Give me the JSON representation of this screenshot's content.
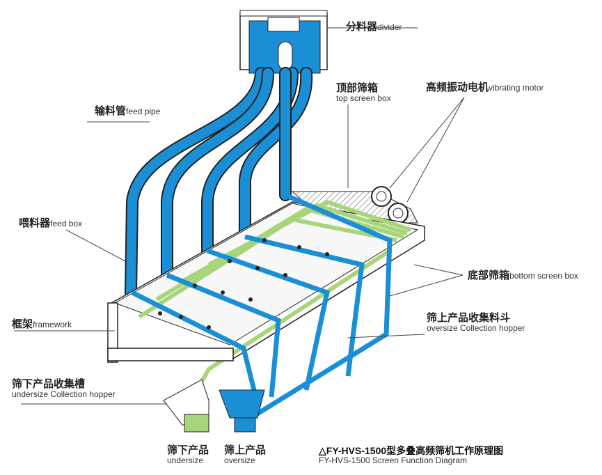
{
  "labels": {
    "divider": {
      "zh": "分料器",
      "en": "divider"
    },
    "top_screen_box": {
      "zh": "顶部筛箱",
      "en": "top screen box"
    },
    "vibrating_motor": {
      "zh": "高频振动电机",
      "en": "vibrating motor"
    },
    "feed_pipe": {
      "zh": "输料管",
      "en": "feed pipe"
    },
    "feed_box": {
      "zh": "喂料器",
      "en": "feed box"
    },
    "bottom_screen_box": {
      "zh": "底部筛箱",
      "en": "bottom screen box"
    },
    "framework": {
      "zh": "框架",
      "en": "framework"
    },
    "oversize_hopper": {
      "zh": "筛上产品收集料斗",
      "en": "oversize Collection hopper"
    },
    "undersize_hopper": {
      "zh": "筛下产品收集槽",
      "en": "undersize Collection hopper"
    },
    "undersize_out": {
      "zh": "筛下产品",
      "en": "undersize"
    },
    "oversize_out": {
      "zh": "筛上产品",
      "en": "oversize"
    }
  },
  "caption": {
    "zh": "△FY-HVS-1500型多叠高频筛机工作原理图",
    "en": "FY-HVS-1500 Screen Function Diagram"
  },
  "colors": {
    "flow_blue": "#1a8fd6",
    "screen_green": "#a8d57a",
    "line": "#222222",
    "hatch": "#555555"
  }
}
